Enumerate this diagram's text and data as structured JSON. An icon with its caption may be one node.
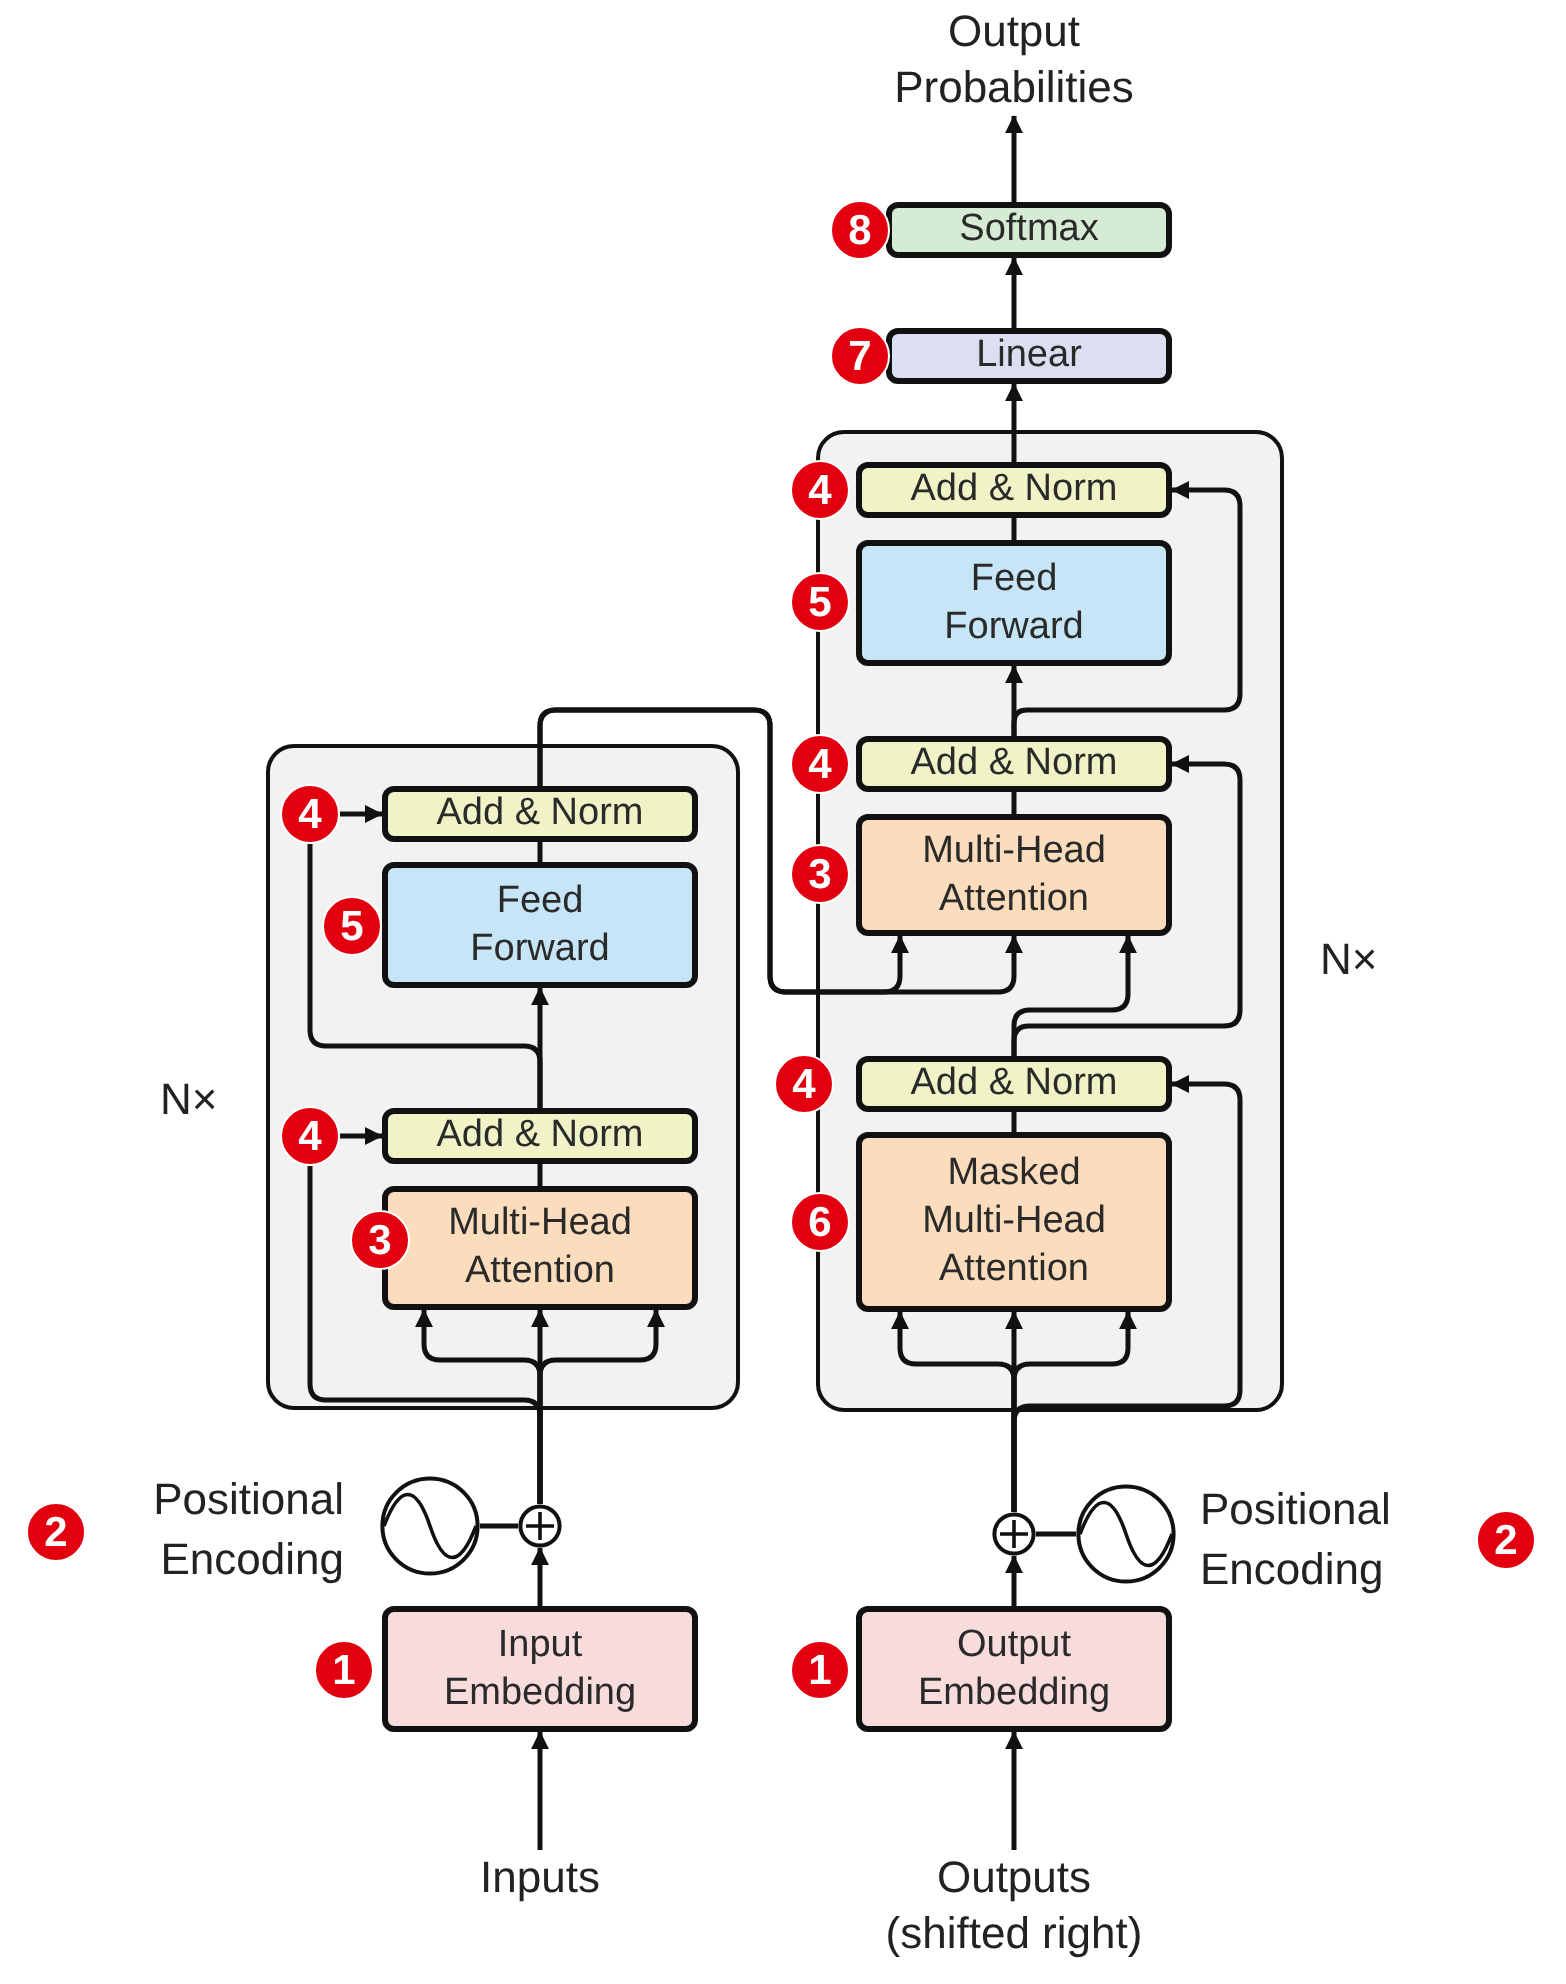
{
  "diagram": {
    "nodes": [
      {
        "text": [
          "Output Probabilities"
        ]
      },
      {
        "text": [
          "Softmax"
        ]
      },
      {
        "text": [
          "8"
        ]
      },
      {
        "text": [
          "Linear"
        ]
      },
      {
        "text": [
          "7"
        ]
      },
      {
        "text": [],
        "shape": "box",
        "beside": [
          "N×"
        ]
      },
      {
        "text": [
          "Add & Norm"
        ],
        "in": 5
      },
      {
        "text": [
          "4"
        ],
        "in": 5
      },
      {
        "text": [
          "Feed Forward"
        ],
        "in": 5
      },
      {
        "text": [
          "5"
        ],
        "in": 5
      },
      {
        "text": [
          "Add & Norm"
        ],
        "in": 5
      },
      {
        "text": [
          "4"
        ],
        "in": 5
      },
      {
        "text": [
          "Multi-Head Attention"
        ],
        "in": 5
      },
      {
        "text": [
          "3"
        ],
        "in": 5
      },
      {
        "text": [],
        "shape": "box",
        "beside": [
          "N×"
        ]
      },
      {
        "text": [
          "Add & Norm"
        ],
        "in": 14
      },
      {
        "text": [
          "4"
        ]
      },
      {
        "text": [
          "Feed Forward"
        ],
        "in": 14
      },
      {
        "text": [
          "5"
        ]
      },
      {
        "text": [
          "Add & Norm"
        ],
        "in": 14
      },
      {
        "text": [
          "4"
        ]
      },
      {
        "text": [
          "Multi-Head Attention"
        ],
        "in": 14
      },
      {
        "text": [
          "3"
        ]
      },
      {
        "text": [
          "Add & Norm"
        ],
        "in": 14
      },
      {
        "text": [
          "4"
        ]
      },
      {
        "text": [
          "Masked Multi-Head Attention"
        ],
        "in": 14
      },
      {
        "text": [
          "6"
        ]
      },
      {
        "text": [],
        "shape": "circle",
        "beside": [
          "Positional Encoding"
        ]
      },
      {
        "text": [
          "2"
        ]
      },
      {
        "text": [],
        "shape": "circle"
      },
      {
        "text": [],
        "shape": "circle"
      },
      {
        "text": [],
        "shape": "circle",
        "beside": [
          "Positional Encoding"
        ]
      },
      {
        "text": [
          "2"
        ]
      },
      {
        "text": [
          "Input Embedding"
        ]
      },
      {
        "text": [
          "1"
        ]
      },
      {
        "text": [
          "Output Embedding"
        ]
      },
      {
        "text": [
          "1"
        ]
      },
      {
        "text": [
          "Inputs"
        ]
      },
      {
        "text": [
          "Outputs (shifted right)"
        ]
      }
    ],
    "edges": [
      {
        "from": 37,
        "to": 33,
        "arrow": "to"
      },
      {
        "from": 33,
        "to": 29,
        "arrow": "to"
      },
      {
        "from": 27,
        "to": 29,
        "arrow": "none"
      },
      {
        "from": 29,
        "to": 12,
        "arrow": "to"
      },
      {
        "from": 29,
        "to": 12,
        "arrow": "to"
      },
      {
        "from": 29,
        "to": 12,
        "arrow": "to"
      },
      {
        "from": 29,
        "to": 11,
        "arrow": "none"
      },
      {
        "from": 11,
        "to": 10,
        "arrow": "to"
      },
      {
        "from": 12,
        "to": 10,
        "arrow": "none"
      },
      {
        "from": 10,
        "to": 8,
        "arrow": "to"
      },
      {
        "from": 10,
        "to": 7,
        "arrow": "none"
      },
      {
        "from": 7,
        "to": 6,
        "arrow": "to"
      },
      {
        "from": 8,
        "to": 6,
        "arrow": "none"
      },
      {
        "from": 6,
        "to": 21,
        "arrow": "to"
      },
      {
        "from": 6,
        "to": 21,
        "arrow": "to"
      },
      {
        "from": 38,
        "to": 35,
        "arrow": "to"
      },
      {
        "from": 35,
        "to": 30,
        "arrow": "to"
      },
      {
        "from": 31,
        "to": 30,
        "arrow": "none"
      },
      {
        "from": 30,
        "to": 25,
        "arrow": "to"
      },
      {
        "from": 30,
        "to": 25,
        "arrow": "to"
      },
      {
        "from": 30,
        "to": 25,
        "arrow": "to"
      },
      {
        "from": 30,
        "to": 23,
        "arrow": "to"
      },
      {
        "from": 25,
        "to": 23,
        "arrow": "none"
      },
      {
        "from": 23,
        "to": 21,
        "arrow": "to"
      },
      {
        "from": 23,
        "to": 19,
        "arrow": "to"
      },
      {
        "from": 21,
        "to": 19,
        "arrow": "none"
      },
      {
        "from": 19,
        "to": 17,
        "arrow": "to"
      },
      {
        "from": 19,
        "to": 15,
        "arrow": "to"
      },
      {
        "from": 17,
        "to": 15,
        "arrow": "none"
      },
      {
        "from": 15,
        "to": 3,
        "arrow": "to"
      },
      {
        "from": 3,
        "to": 1,
        "arrow": "to"
      },
      {
        "from": 1,
        "to": 0,
        "arrow": "to"
      }
    ]
  }
}
